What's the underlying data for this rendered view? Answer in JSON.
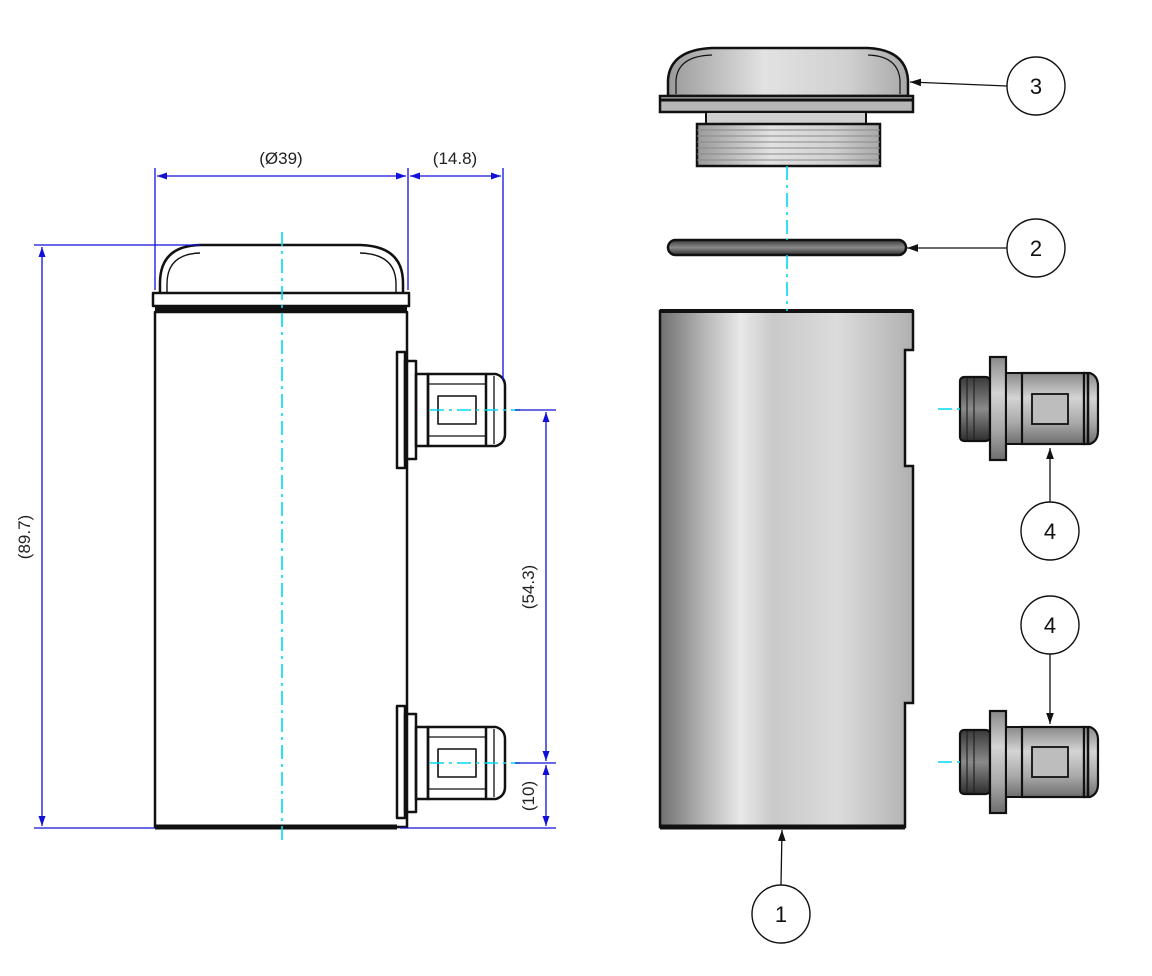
{
  "colors": {
    "dimension": "#1010d8",
    "centerline": "#00d8f0",
    "outline": "#111111",
    "part_light": "#e4e4e4",
    "part_dark": "#7a7a7a"
  },
  "dimensions": {
    "diameter": "(Ø39)",
    "offset": "(14.8)",
    "height": "(89.7)",
    "port_spacing": "(54.3)",
    "bottom_offset": "(10)"
  },
  "balloons": {
    "body": "1",
    "oring": "2",
    "cap": "3",
    "fitting_upper": "4",
    "fitting_lower": "4"
  }
}
